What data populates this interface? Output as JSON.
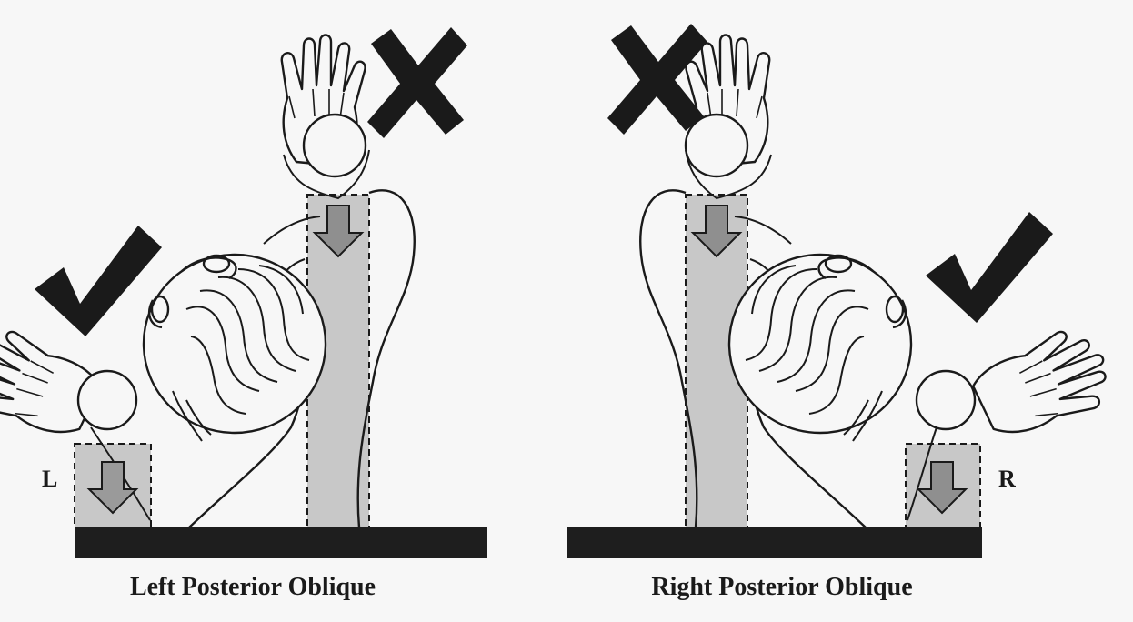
{
  "panels": [
    {
      "caption": "Left Posterior Oblique",
      "side_label": "L"
    },
    {
      "caption": "Right Posterior Oblique",
      "side_label": "R"
    }
  ],
  "colors": {
    "beam": "#c8c8c8",
    "arrow": "#8f8f8f",
    "table": "#1e1e1e",
    "ink": "#1a1a1a",
    "background": "#f7f7f7"
  },
  "icons": {
    "correct": "checkmark-icon",
    "incorrect": "x-mark-icon"
  }
}
